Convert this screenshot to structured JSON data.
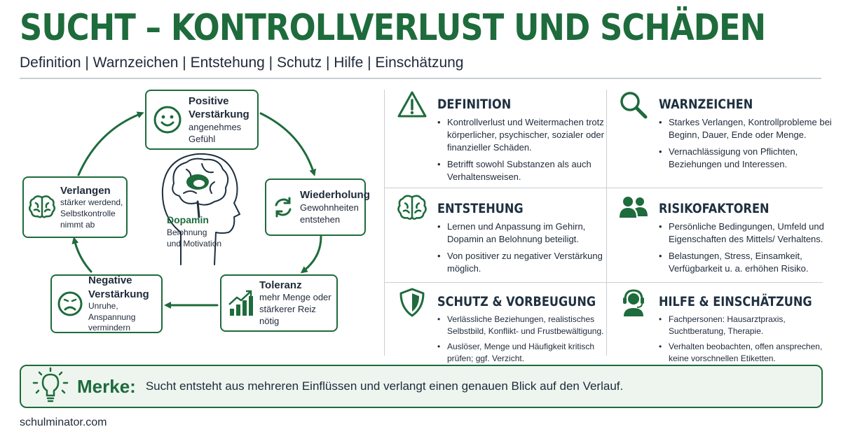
{
  "header": {
    "title": "SUCHT – KONTROLLVERLUST UND SCHÄDEN",
    "subtitle": "Definition | Warnzeichen | Entstehung | Schutz | Hilfe | Einschätzung"
  },
  "cycle": {
    "nodes": [
      {
        "title": "Positive Verstärkung",
        "desc": "angenehmes Gefühl",
        "icon": "smiley-icon"
      },
      {
        "title": "Wiederholung",
        "desc": "Gewohnheiten entstehen",
        "icon": "cycle-arrows-icon"
      },
      {
        "title": "Toleranz",
        "desc": "mehr Menge oder stärkerer Reiz nötig",
        "icon": "rising-chart-icon"
      },
      {
        "title": "Negative Verstärkung",
        "desc": "Unruhe, Anspannung vermindern",
        "icon": "sad-face-icon"
      },
      {
        "title": "Verlangen",
        "desc": "stärker werdend, Selbstkontrolle nimmt ab",
        "icon": "brain-icon"
      }
    ],
    "center": {
      "label": "Dopamin",
      "desc": "Belohnung und Motivation",
      "icon": "head-brain-icon"
    }
  },
  "sections": [
    {
      "title": "DEFINITION",
      "icon": "warning-icon",
      "bullets": [
        "Kontrollverlust und Weitermachen trotz körperlicher, psychischer, sozialer oder finanzieller Schäden.",
        "Betrifft sowohl Substanzen als auch Verhaltensweisen."
      ]
    },
    {
      "title": "WARNZEICHEN",
      "icon": "magnifier-icon",
      "bullets": [
        "Starkes Verlangen, Kontrollprobleme bei Beginn, Dauer, Ende oder Menge.",
        "Vernachlässigung von Pflichten, Beziehungen und Interessen."
      ]
    },
    {
      "title": "ENTSTEHUNG",
      "icon": "brain-icon",
      "bullets": [
        "Lernen und Anpassung im Gehirn, Dopamin an Belohnung beteiligt.",
        "Von positiver zu negativer Verstärkung möglich."
      ]
    },
    {
      "title": "RISIKOFAKTOREN",
      "icon": "people-icon",
      "bullets": [
        "Persönliche Bedingungen, Umfeld und Eigenschaften des Mittels/ Verhaltens.",
        "Belastungen, Stress, Einsamkeit, Verfügbarkeit u. a. erhöhen Risiko."
      ]
    },
    {
      "title": "SCHUTZ & VORBEUGUNG",
      "icon": "shield-icon",
      "bullets": [
        "Verlässliche Beziehungen, realistisches Selbstbild, Konflikt- und Frustbewältigung.",
        "Auslöser, Menge und Häufigkeit kritisch prüfen; ggf. Verzicht."
      ]
    },
    {
      "title": "HILFE & EINSCHÄTZUNG",
      "icon": "headset-person-icon",
      "bullets": [
        "Fachpersonen: Hausarztpraxis, Suchtberatung, Therapie.",
        "Verhalten beobachten, offen ansprechen, keine vorschnellen Etiketten."
      ]
    }
  ],
  "merke": {
    "label": "Merke:",
    "text": "Sucht entsteht aus mehreren Einflüssen und verlangt einen genauen Blick auf den Verlauf.",
    "icon": "lightbulb-icon"
  },
  "footer": {
    "text": "schulminator.com"
  },
  "colors": {
    "accent": "#1e6b3c",
    "text": "#1f2a3a",
    "divider": "#c9cfd4",
    "merke_bg": "#eef5ef"
  }
}
